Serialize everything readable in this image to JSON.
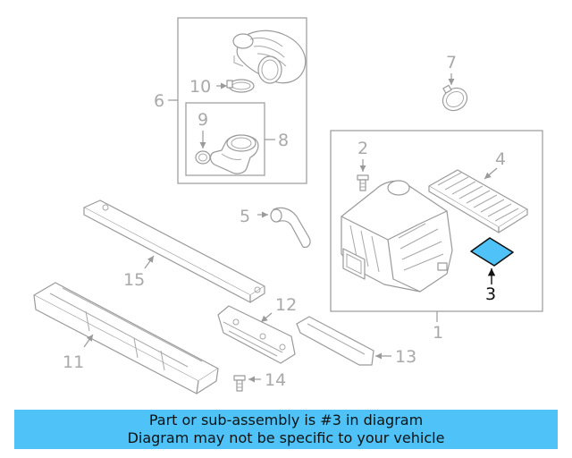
{
  "diagram": {
    "callouts": {
      "c1": "1",
      "c2": "2",
      "c3": "3",
      "c4": "4",
      "c5": "5",
      "c6": "6",
      "c7": "7",
      "c8": "8",
      "c9": "9",
      "c10": "10",
      "c11": "11",
      "c12": "12",
      "c13": "13",
      "c14": "14",
      "c15": "15"
    },
    "highlighted_part": "3",
    "highlight_color": "#4fc3f7"
  },
  "banner": {
    "line1": "Part or sub-assembly is #3 in diagram",
    "line2": "Diagram may not be specific to your vehicle",
    "background": "#4fc3f7"
  }
}
